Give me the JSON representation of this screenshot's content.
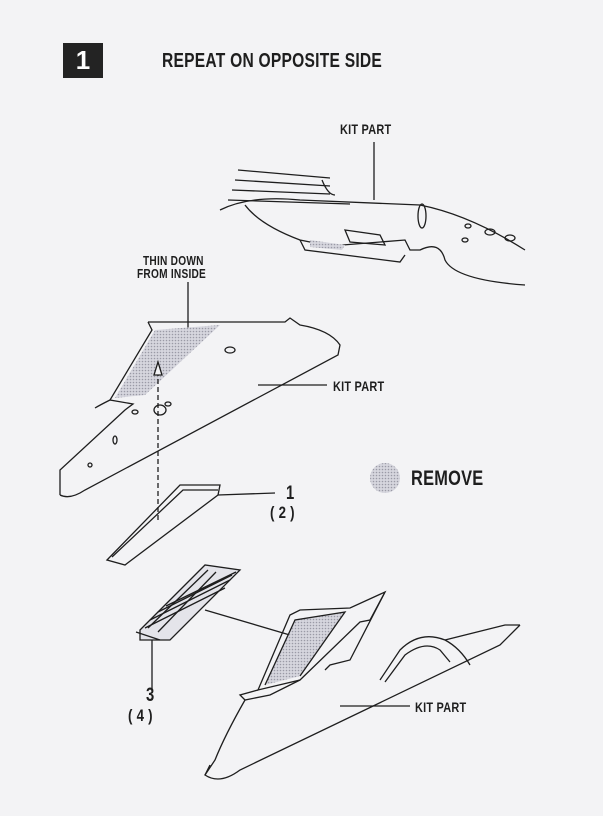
{
  "step": {
    "number": "1",
    "title": "REPEAT ON OPPOSITE SIDE"
  },
  "labels": {
    "kit_part_top": "KIT PART",
    "thin_down_line1": "THIN DOWN",
    "thin_down_line2": "FROM INSIDE",
    "kit_part_wing": "KIT PART",
    "part_1": "1",
    "part_1_alt": "( 2 )",
    "remove": "REMOVE",
    "part_3": "3",
    "part_3_alt": "( 4 )",
    "kit_part_bottom": "KIT PART"
  },
  "colors": {
    "ink": "#1e1e1e",
    "shade": "#b4b4c0",
    "paper": "#f3f3f5"
  }
}
